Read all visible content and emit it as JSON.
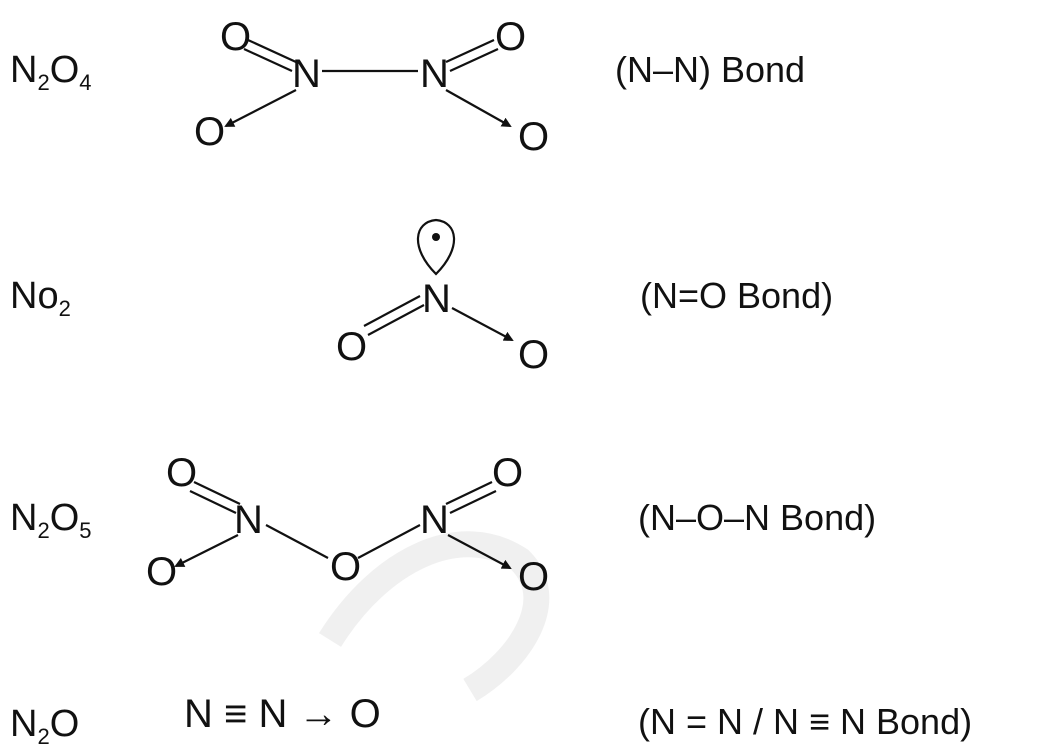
{
  "rows": [
    {
      "formula": "N",
      "sub1": "2",
      "formula_mid": "O",
      "sub2": "4",
      "bond": "(N–N) Bond"
    },
    {
      "formula": "No",
      "sub1": "2",
      "bond": "(N=O Bond)"
    },
    {
      "formula": "N",
      "sub1": "2",
      "formula_mid": "O",
      "sub2": "5",
      "bond": "(N–O–N Bond)"
    },
    {
      "formula": "N",
      "sub1": "2",
      "formula_mid": "O",
      "bond": "(N = N / N ≡ N Bond)"
    }
  ],
  "atoms": {
    "N": "N",
    "O": "O"
  },
  "n2o_chain": "N ≡ N → O"
}
